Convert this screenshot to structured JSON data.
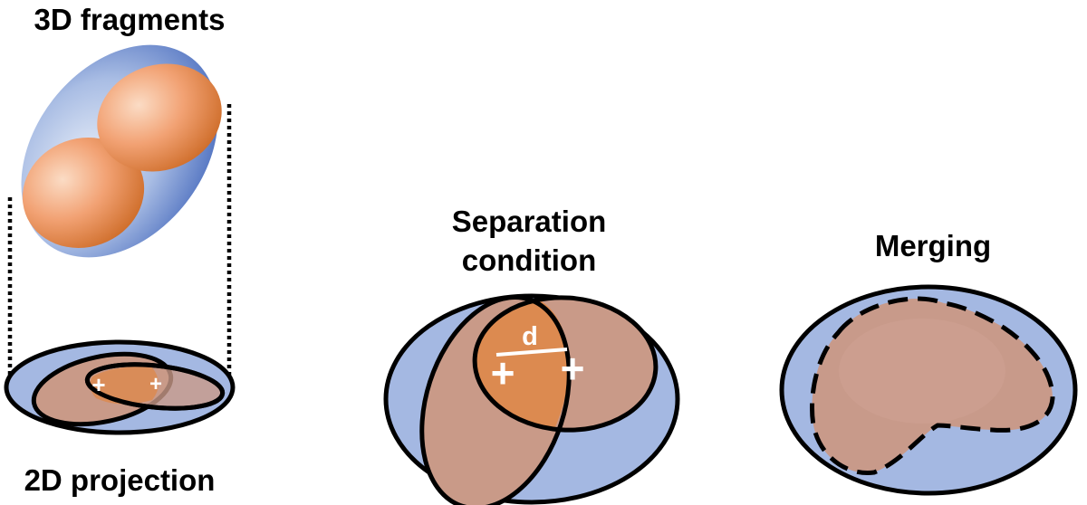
{
  "labels": {
    "fragments_3d": "3D fragments",
    "projection_2d": "2D projection",
    "separation_line1": "Separation",
    "separation_line2": "condition",
    "merging": "Merging",
    "distance_symbol": "d",
    "centroid_marker": "+"
  },
  "colors": {
    "projection_fill": "#a4b8e2",
    "fragment_fill": "#c99a88",
    "overlap_fill": "#dc8a50",
    "merged_fill": "#c89a8a",
    "outline": "#000000",
    "text": "#000000",
    "marker": "#ffffff"
  }
}
